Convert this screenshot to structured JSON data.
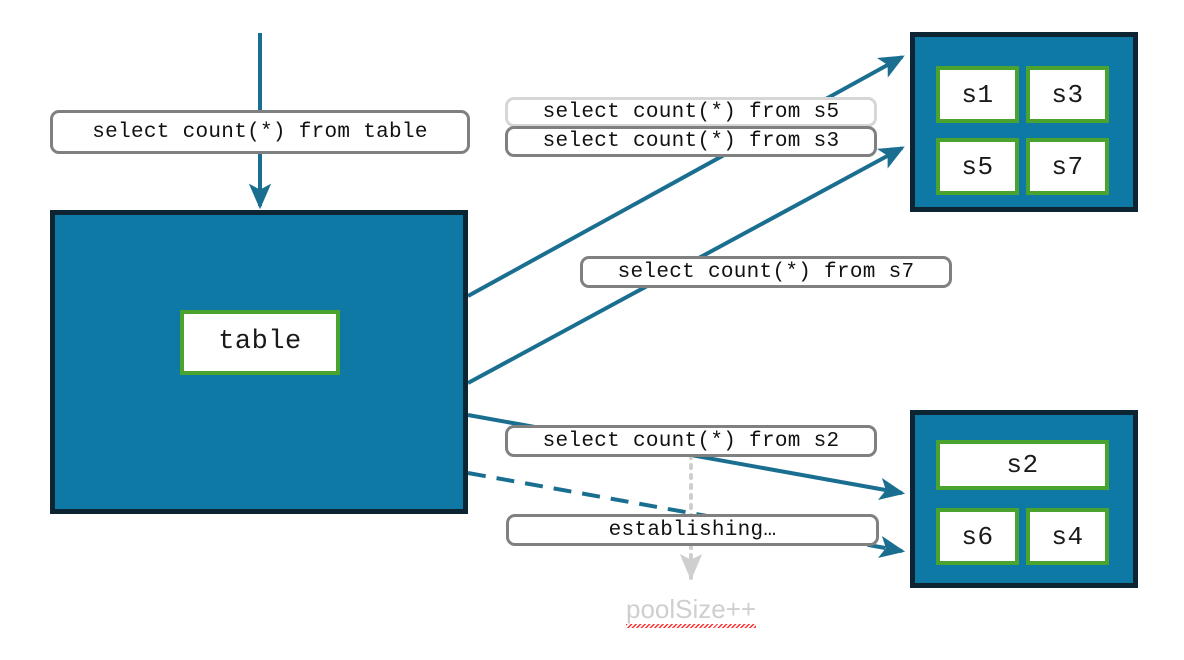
{
  "diagram": {
    "title_query": "select count(*) from table",
    "source": {
      "label": "table",
      "container_name": "database-box"
    },
    "clusters": [
      {
        "name": "upper-server-cluster",
        "servers": [
          "s1",
          "s3",
          "s5",
          "s7"
        ]
      },
      {
        "name": "lower-server-cluster",
        "servers": [
          "s2",
          "s6",
          "s4"
        ]
      }
    ],
    "queries": [
      {
        "id": "q-s5",
        "text": "select count(*) from s5",
        "style": "light"
      },
      {
        "id": "q-s3",
        "text": "select count(*) from s3",
        "style": "normal"
      },
      {
        "id": "q-s7",
        "text": "select count(*) from s7",
        "style": "normal"
      },
      {
        "id": "q-s2",
        "text": "select count(*) from s2",
        "style": "normal"
      },
      {
        "id": "q-establishing",
        "text": "establishing…",
        "style": "normal"
      }
    ],
    "annotation": {
      "text": "poolSize++",
      "spellcheck_underline": true
    },
    "colors": {
      "container_fill": "#0e79a5",
      "container_border": "#0d2433",
      "leaf_border": "#4aa32e",
      "leaf_fill": "#ffffff",
      "edge": "#1a6f91",
      "pill_border": "#808080",
      "pill_border_light": "#d6d6d6",
      "ghost_text": "#cfcfcf",
      "spellcheck": "#ff2d2d",
      "background": "#ffffff"
    },
    "edges": [
      {
        "id": "edge-inbound-table",
        "from": "select count(*) from table",
        "to": "table",
        "style": "solid",
        "arrow": true
      },
      {
        "id": "edge-table-to-s5",
        "from": "table",
        "to": "upper-server-cluster",
        "style": "solid",
        "arrow": true
      },
      {
        "id": "edge-table-to-s3",
        "from": "table",
        "to": "upper-server-cluster",
        "style": "solid",
        "arrow": true
      },
      {
        "id": "edge-table-to-s2",
        "from": "table",
        "to": "lower-server-cluster",
        "style": "solid",
        "arrow": true
      },
      {
        "id": "edge-table-establishing",
        "from": "table",
        "to": "lower-server-cluster",
        "style": "dashed",
        "arrow": true
      },
      {
        "id": "edge-poolsize",
        "from": "select count(*) from s2",
        "to": "poolSize++",
        "style": "dotted",
        "arrow": true
      }
    ]
  }
}
